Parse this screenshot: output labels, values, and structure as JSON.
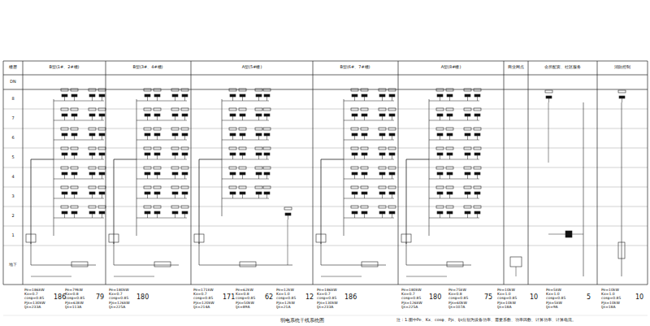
{
  "diagram": {
    "caption": "弱电系统干线系统图",
    "labels": [
      "楼层",
      "DN",
      "8",
      "7",
      "6",
      "5",
      "4",
      "3",
      "2",
      "1",
      "地下",
      "B型(1#、2#楼)",
      "B型(3#、4#楼)",
      "A型(5#楼)",
      "B型(6#、7#楼)",
      "A型(8#楼)",
      "商业网点",
      "会所配套、社区服务",
      "消防控制",
      "Pe=186kW Kx=0.7 cosφ=0.85 Pjs=130kW Ijs=233A",
      "186",
      "Pe=79kW Kx=0.8 cosφ=0.85 Pjs=63kW Ijs=113A",
      "79",
      "Pe=180kW Kx=0.7 cosφ=0.85 Pjs=126kW Ijs=225A",
      "180",
      "Pe=171kW Kx=0.7 cosφ=0.85 Pjs=120kW Ijs=214A",
      "171",
      "Pe=62kW Kx=0.8 cosφ=0.85 Pjs=50kW Ijs=89A",
      "62",
      "Pe=12kW Kx=1.0 cosφ=0.85 Pjs=12kW Ijs=21A",
      "12",
      "Pe=186kW Kx=0.7 cosφ=0.85 Pjs=130kW Ijs=233A",
      "186",
      "Pe=180kW Kx=0.7 cosφ=0.85 Pjs=126kW Ijs=225A",
      "180",
      "Pe=75kW Kx=0.8 cosφ=0.85 Pjs=60kW Ijs=107A",
      "75",
      "Pe=10kW Kx=1.0 cosφ=0.85 Pjs=10kW Ijs=18A",
      "10",
      "Pe=5kW Kx=1.0 cosφ=0.85 Pjs=5kW Ijs=9A",
      "5",
      "Pe=10kW Kx=1.0 cosφ=0.85 Pjs=10kW Ijs=18A",
      "10",
      "注：1.图中Pe、Kx、cosφ、Pjs、Ijs分别为设备功率、需要系数、功率因数、计算功率、计算电流。"
    ]
  }
}
